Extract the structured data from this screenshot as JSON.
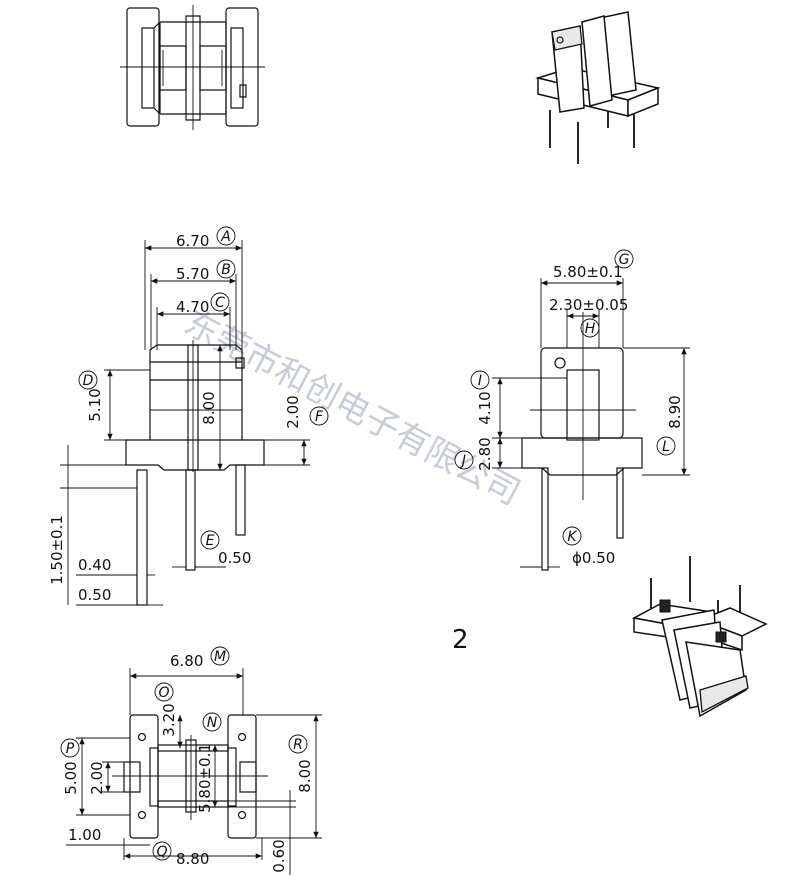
{
  "watermark": "东莞市和创电子有限公司",
  "figure_number": "2",
  "dims": {
    "a": "6.70",
    "b": "5.70",
    "c": "4.70",
    "d": "5.10",
    "e_center": "8.00",
    "f": "2.00",
    "pitch": "1.50±0.1",
    "pin_small": "0.40",
    "pin_large": "0.50",
    "e": "0.50",
    "g": "5.80±0.1",
    "h": "2.30±0.05",
    "i": "4.10",
    "j": "2.80",
    "l": "8.90",
    "k": "ϕ0.50",
    "m": "6.80",
    "o": "3.20",
    "n": "5.80±0.1",
    "r": "8.00",
    "p": "5.00",
    "p2": "2.00",
    "q1": "1.00",
    "q": "8.80",
    "q2": "0.60"
  },
  "letters": {
    "a": "A",
    "b": "B",
    "c": "C",
    "d": "D",
    "e": "E",
    "f": "F",
    "g": "G",
    "h": "H",
    "i": "I",
    "j": "J",
    "k": "K",
    "l": "L",
    "m": "M",
    "n": "N",
    "o": "O",
    "p": "P",
    "q": "Q",
    "r": "R"
  }
}
